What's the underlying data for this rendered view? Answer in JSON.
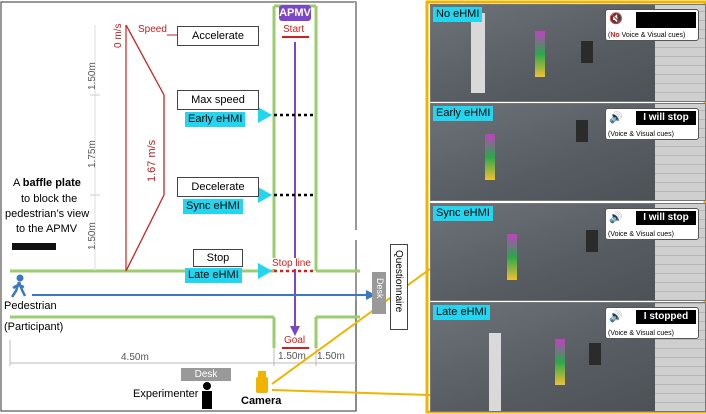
{
  "diagram": {
    "apmv_label": "APMV",
    "start_label": "Start",
    "goal_label": "Goal",
    "stop_line_label": "Stop line",
    "speed_label": "Speed",
    "zero_speed": "0 m/s",
    "top_speed": "1.67 m/s",
    "dist_1": "1.50m",
    "dist_2": "1.75m",
    "dist_3": "1.50m",
    "boxes": [
      "Accelerate",
      "Max speed",
      "Decelerate",
      "Stop"
    ],
    "timings": [
      "Early eHMI",
      "Sync eHMI",
      "Late eHMI"
    ],
    "baffle_line1_prefix": "A ",
    "baffle_line1_bold": "baffle plate",
    "baffle_line2": "to block the",
    "baffle_line3": "pedestrian’s view",
    "baffle_line4": "to the APMV",
    "pedestrian": "Pedestrian",
    "participant": "(Participant)",
    "questionnaire": "Questionnaire",
    "desk": "Desk",
    "experimenter": "Experimenter",
    "camera": "Camera",
    "dim_450": "4.50m",
    "dim_150a": "1.50m",
    "dim_150b": "1.50m"
  },
  "panels": [
    {
      "label": "No eHMI",
      "message": "",
      "cue_prefix": "(",
      "cue_no": "No",
      "cue_rest": " Voice & Visual cues)"
    },
    {
      "label": "Early eHMI",
      "message": "I will stop",
      "cue_prefix": "",
      "cue_no": "",
      "cue_rest": "(Voice & Visual cues)"
    },
    {
      "label": "Sync eHMI",
      "message": "I will stop",
      "cue_prefix": "",
      "cue_no": "",
      "cue_rest": "(Voice & Visual cues)"
    },
    {
      "label": "Late eHMI",
      "message": "I stopped",
      "cue_prefix": "",
      "cue_no": "",
      "cue_rest": "(Voice & Visual cues)"
    }
  ],
  "colors": {
    "green": "#9acd6e",
    "red": "#d02020",
    "purple": "#7b46c8",
    "blue": "#3a78c2",
    "cyan": "#22d6f0",
    "gold": "#f0b400"
  }
}
